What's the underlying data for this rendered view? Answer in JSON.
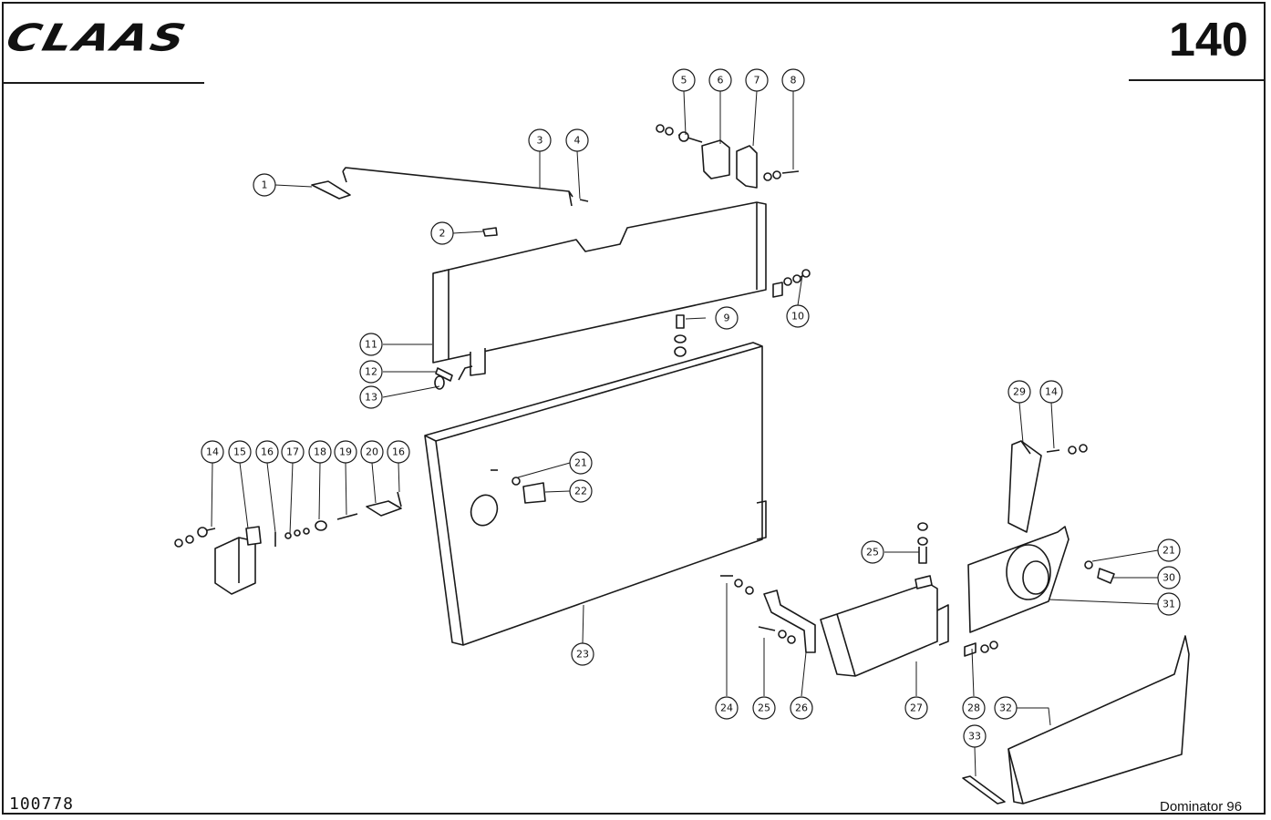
{
  "header": {
    "brand": "CLAAS",
    "page_number": "140"
  },
  "footer": {
    "document_number": "100778",
    "model": "Dominator 96"
  },
  "callouts": [
    "1",
    "2",
    "3",
    "4",
    "5",
    "6",
    "7",
    "8",
    "9",
    "10",
    "11",
    "12",
    "13",
    "14",
    "15",
    "16",
    "17",
    "18",
    "19",
    "20",
    "16",
    "21",
    "22",
    "23",
    "24",
    "25",
    "26",
    "27",
    "28",
    "29",
    "14",
    "21",
    "30",
    "31",
    "32",
    "33",
    "25"
  ]
}
